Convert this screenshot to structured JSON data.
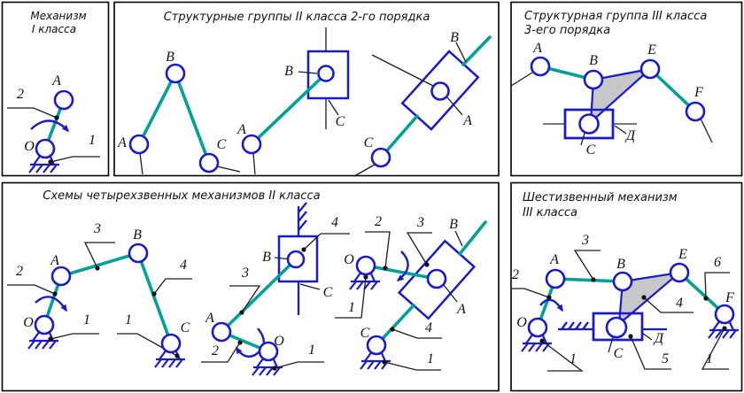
{
  "colors": {
    "link_teal": "#00a295",
    "joint_blue": "#1a1acd",
    "triangle_gray": "#c7c7c7",
    "guide_gray": "#7a7a7a",
    "leader_black": "#1c1c1c",
    "background": "#ffffff"
  },
  "p1": {
    "title1": "Механизм",
    "title2": "I класса",
    "A": "A",
    "O": "O",
    "n1": "1",
    "n2": "2"
  },
  "p2": {
    "title": "Структурные группы II класса 2-го порядка",
    "d1A": "A",
    "d1B": "B",
    "d1C": "C",
    "d2A": "A",
    "d2B": "B",
    "d2C": "C",
    "d3A": "A",
    "d3B": "B",
    "d3C": "C"
  },
  "p3": {
    "title1": "Структурная группа III класса",
    "title2": "3-его порядка",
    "A": "A",
    "B": "B",
    "C": "C",
    "D": "Д",
    "E": "E",
    "F": "F"
  },
  "p4": {
    "title": "Схемы четырехзвенных механизмов II класса",
    "m1": {
      "O": "O",
      "A": "A",
      "B": "B",
      "C": "C",
      "n1a": "1",
      "n1b": "1",
      "n2": "2",
      "n3": "3",
      "n4": "4"
    },
    "m2": {
      "O": "O",
      "A": "A",
      "B": "B",
      "C": "C",
      "n1": "1",
      "n2": "2",
      "n3": "3",
      "n4": "4"
    },
    "m3": {
      "O": "O",
      "A": "A",
      "B": "B",
      "C": "C",
      "n1a": "1",
      "n1b": "1",
      "n2": "2",
      "n3": "3",
      "n4": "4"
    }
  },
  "p5": {
    "title1": "Шестизвенный механизм",
    "title2": "III класса",
    "O": "O",
    "A": "A",
    "B": "B",
    "C": "C",
    "D": "Д",
    "E": "E",
    "F": "F",
    "n1a": "1",
    "n1b": "1",
    "n2": "2",
    "n3": "3",
    "n4": "4",
    "n5": "5",
    "n6": "6"
  }
}
